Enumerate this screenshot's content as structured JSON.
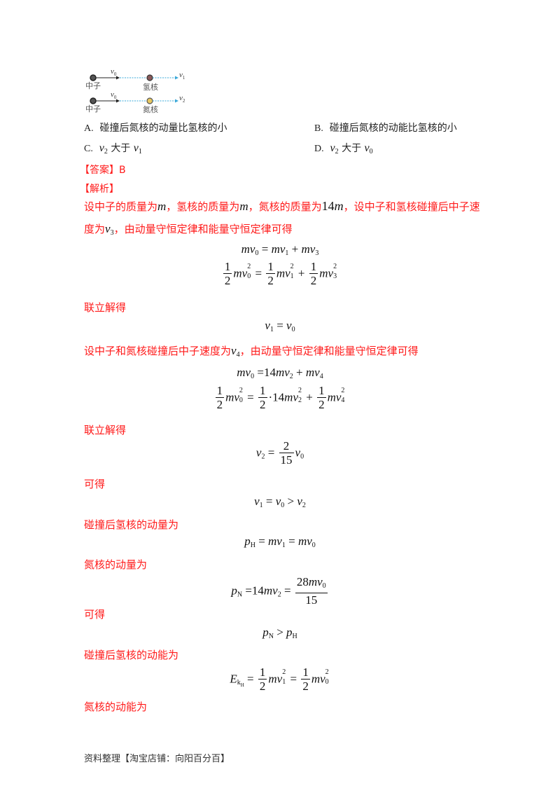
{
  "diagram": {
    "row1": {
      "left_label": "中子",
      "right_label": "氢核",
      "v_in": "v",
      "v_in_sub": "0",
      "v_out": "v",
      "v_out_sub": "1",
      "nucleus_color": "#8a5a5a"
    },
    "row2": {
      "left_label": "中子",
      "right_label": "氮核",
      "v_in": "v",
      "v_in_sub": "0",
      "v_out": "v",
      "v_out_sub": "2",
      "nucleus_color": "#e8c860"
    },
    "arrow_color": "#3aa8d8"
  },
  "options": {
    "a": {
      "letter": "A.",
      "text": "碰撞后氮核的动量比氢核的小"
    },
    "b": {
      "letter": "B.",
      "text": "碰撞后氮核的动能比氢核的小"
    },
    "c": {
      "letter": "C.",
      "v1": "v",
      "s1": "2",
      "mid": "大于",
      "v2": "v",
      "s2": "1"
    },
    "d": {
      "letter": "D.",
      "v1": "v",
      "s1": "2",
      "mid": "大于",
      "v2": "v",
      "s2": "0"
    }
  },
  "answer": {
    "label": "【答案】B"
  },
  "analysis": {
    "label": "【解析】",
    "p1_a": "设中子的质量为",
    "p1_m1": "m",
    "p1_b": "，氢核的质量为",
    "p1_m2": "m",
    "p1_c": "，氮核的质量为",
    "p1_14": "14",
    "p1_m3": "m",
    "p1_d": "，设中子和氢核碰撞后中子速",
    "p2_a": "度为",
    "p2_v": "v",
    "p2_sub": "3",
    "p2_b": "，由动量守恒定律和能量守恒定律可得",
    "lianli1": "联立解得",
    "p3_a": "设中子和氮核碰撞后中子速度为",
    "p3_v": "v",
    "p3_sub": "4",
    "p3_b": "，由动量守恒定律和能量守恒定律可得",
    "lianli2": "联立解得",
    "kede1": "可得",
    "p_h_text": "碰撞后氢核的动量为",
    "p_n_text": "氮核的动量为",
    "kede2": "可得",
    "ek_h_text": "碰撞后氢核的动能为",
    "ek_n_text": "氮核的动能为"
  },
  "equations": {
    "eq1": "mv₀ = mv₁ + mv₃",
    "eq2": "½mv₀² = ½mv₁² + ½mv₃²",
    "eq3": "v₁ = v₀",
    "eq4": "mv₀ = 14mv₂ + mv₄",
    "eq5": "½mv₀² = ½·14mv₂² + ½mv₄²",
    "eq6": "v₂ = (2/15)v₀",
    "eq7": "v₁ = v₀ > v₂",
    "eq8": "p_H = mv₁ = mv₀",
    "eq9": "p_N = 14mv₂ = 28mv₀/15",
    "eq10": "p_N > p_H",
    "eq11": "E_kH = ½mv₁² = ½mv₀²"
  },
  "footer": {
    "text": "资料整理【淘宝店铺：向阳百分百】"
  }
}
